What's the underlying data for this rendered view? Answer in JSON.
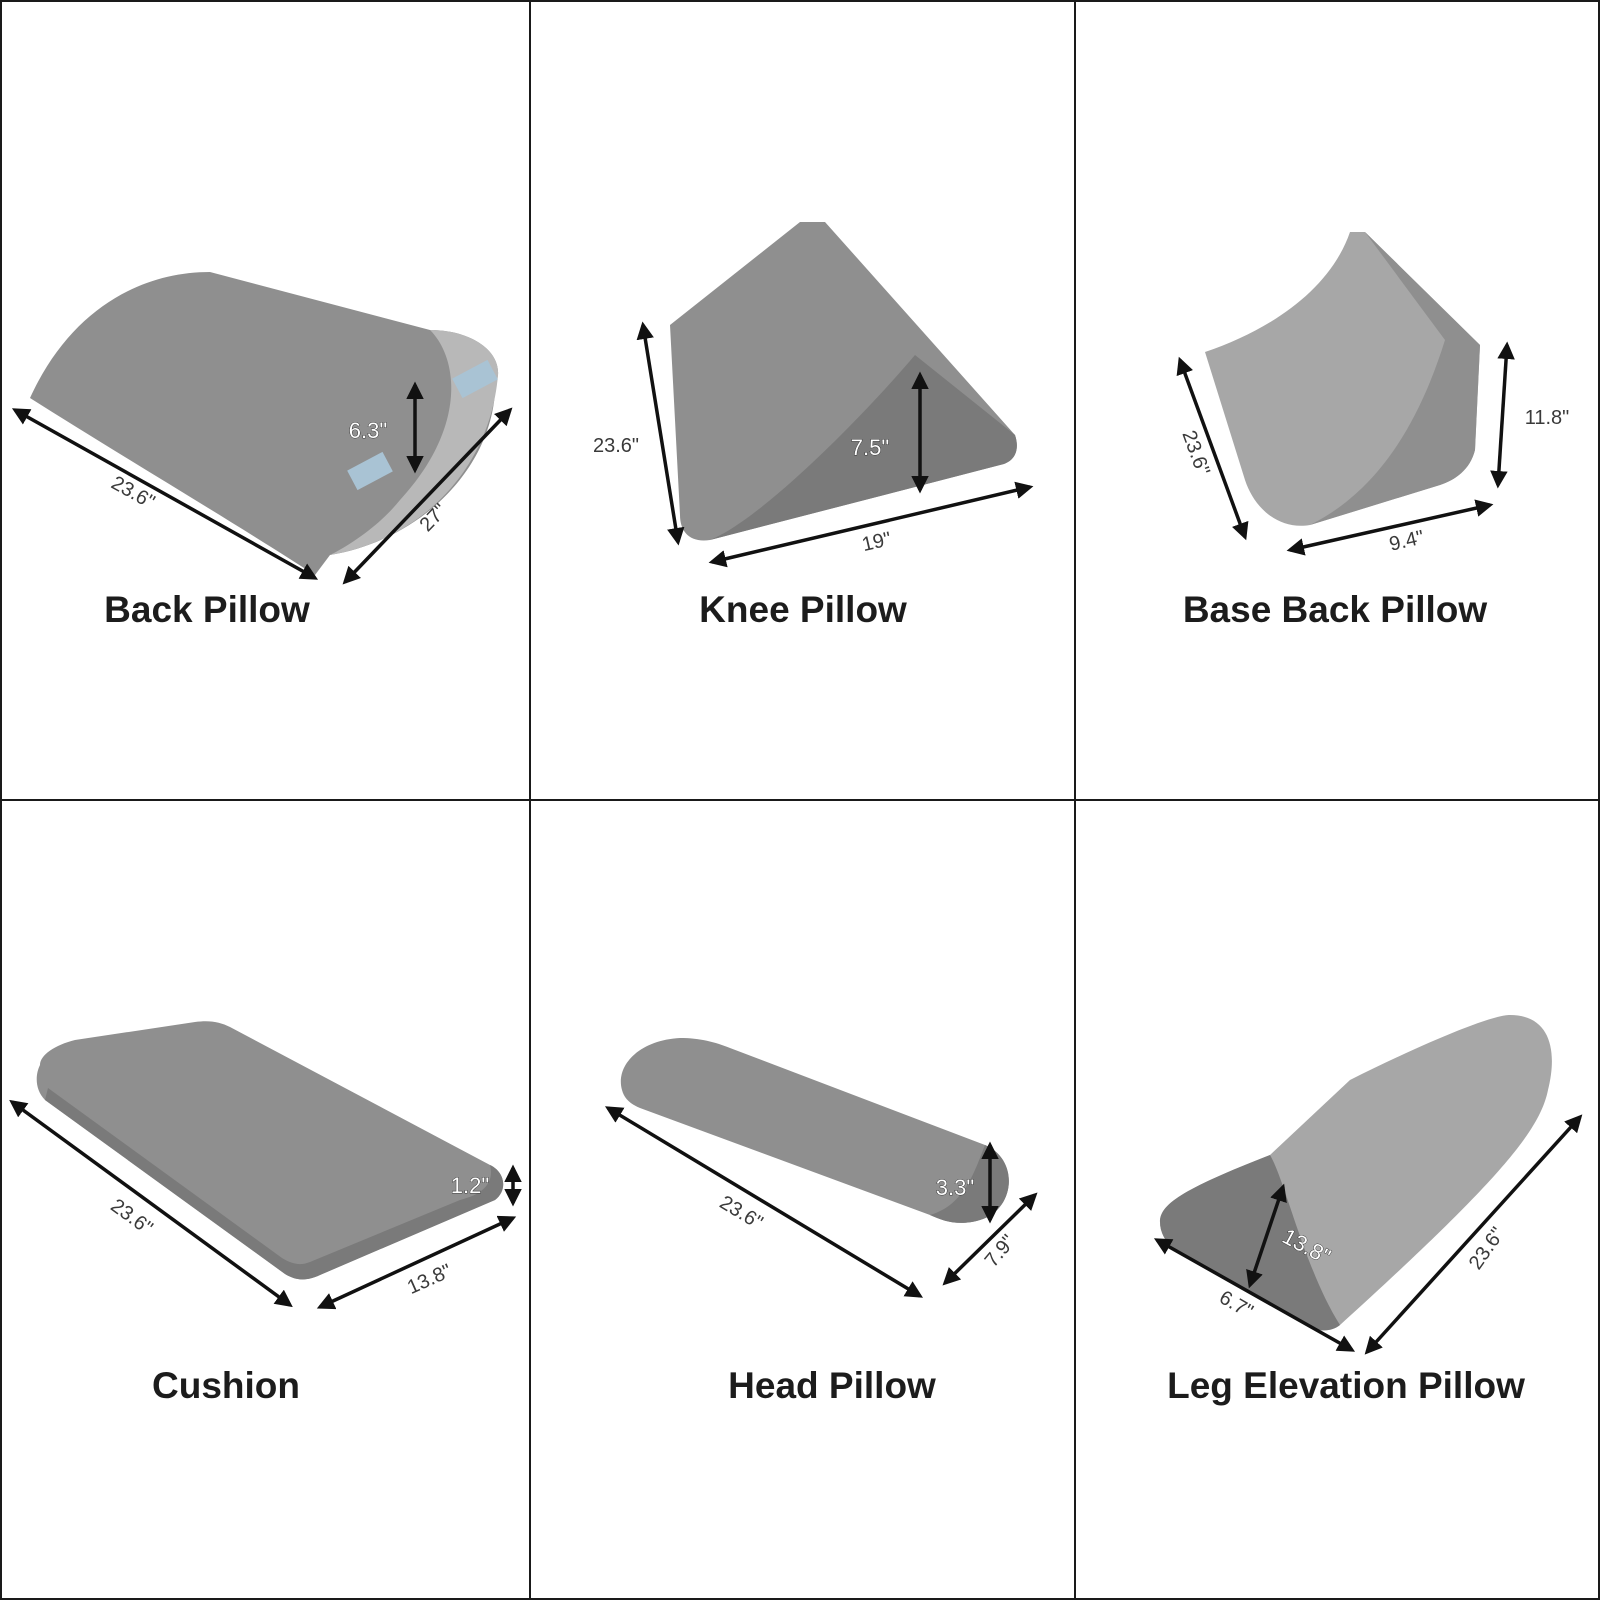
{
  "products": [
    {
      "title": "Back Pillow",
      "dims": [
        "6.3\"",
        "23.6\"",
        "27\""
      ]
    },
    {
      "title": "Knee Pillow",
      "dims": [
        "23.6\"",
        "7.5\"",
        "19\""
      ]
    },
    {
      "title": "Base Back Pillow",
      "dims": [
        "23.6\"",
        "11.8\"",
        "9.4\""
      ]
    },
    {
      "title": "Cushion",
      "dims": [
        "23.6\"",
        "1.2\"",
        "13.8\""
      ]
    },
    {
      "title": "Head Pillow",
      "dims": [
        "23.6\"",
        "3.3\"",
        "7.9\""
      ]
    },
    {
      "title": "Leg Elevation Pillow",
      "dims": [
        "13.8\"",
        "6.7\"",
        "23.6\""
      ]
    }
  ]
}
